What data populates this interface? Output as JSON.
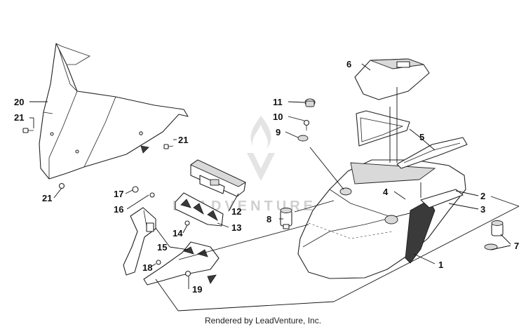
{
  "watermark": "LEADVENTURE",
  "footer": "Rendered by LeadVenture, Inc.",
  "callouts": {
    "c1": "1",
    "c2": "2",
    "c3": "3",
    "c4": "4",
    "c5": "5",
    "c6": "6",
    "c7": "7",
    "c8": "8",
    "c9": "9",
    "c10": "10",
    "c11": "11",
    "c12": "12",
    "c13": "13",
    "c14": "14",
    "c15": "15",
    "c16": "16",
    "c17": "17",
    "c18": "18",
    "c19": "19",
    "c20": "20",
    "c21a": "21",
    "c21b": "21",
    "c21c": "21"
  }
}
